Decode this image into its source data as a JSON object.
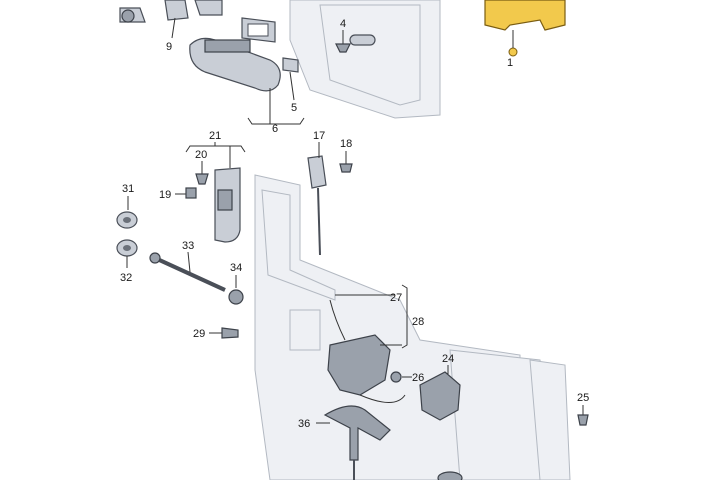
{
  "callouts": {
    "c1": "1",
    "c4": "4",
    "c5": "5",
    "c6": "6",
    "c9": "9",
    "c17": "17",
    "c18": "18",
    "c19": "19",
    "c20": "20",
    "c21": "21",
    "c24": "24",
    "c25": "25",
    "c26": "26",
    "c27": "27",
    "c28": "28",
    "c29": "29",
    "c31": "31",
    "c32": "32",
    "c33": "33",
    "c34": "34",
    "c36": "36"
  },
  "colors": {
    "highlight": "#f2c94c",
    "part": "#c9ced6",
    "panel": "#eef0f4"
  }
}
